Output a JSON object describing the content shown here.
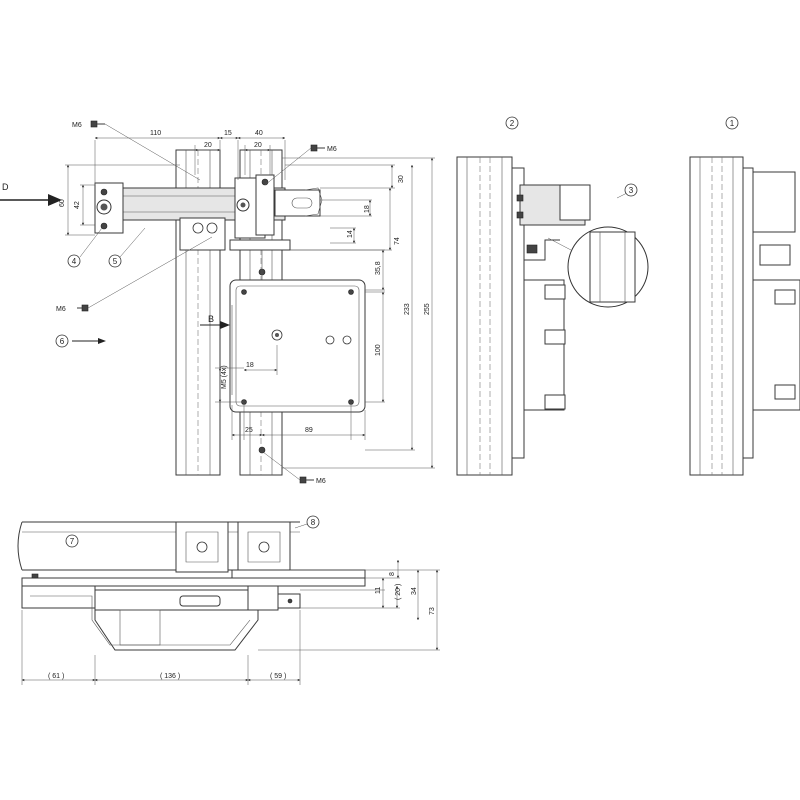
{
  "labels": {
    "arrow_d": "D",
    "arrow_b": "B",
    "m6_top": "M6",
    "m6_right": "M6",
    "m6_left": "M6",
    "m6_bottom": "M6",
    "m5": "M5 (4x)"
  },
  "callouts": [
    "1",
    "2",
    "3",
    "4",
    "5",
    "6",
    "7",
    "8"
  ],
  "dimensions": {
    "d110": "110",
    "d15": "15",
    "d40": "40",
    "d20a": "20",
    "d20b": "20",
    "d60": "60",
    "d42": "42",
    "d30": "30",
    "d18v": "18",
    "d14": "14",
    "d74": "74",
    "d35_8": "35,8",
    "d233": "233",
    "d255": "255",
    "d100": "100",
    "d18h": "18",
    "d25": "25",
    "d89": "89",
    "d8": "8",
    "d11": "11",
    "d20c": "( 20 )",
    "d34": "34",
    "d73": "73",
    "d61": "( 61 )",
    "d136": "( 136 )",
    "d59": "( 59 )"
  }
}
